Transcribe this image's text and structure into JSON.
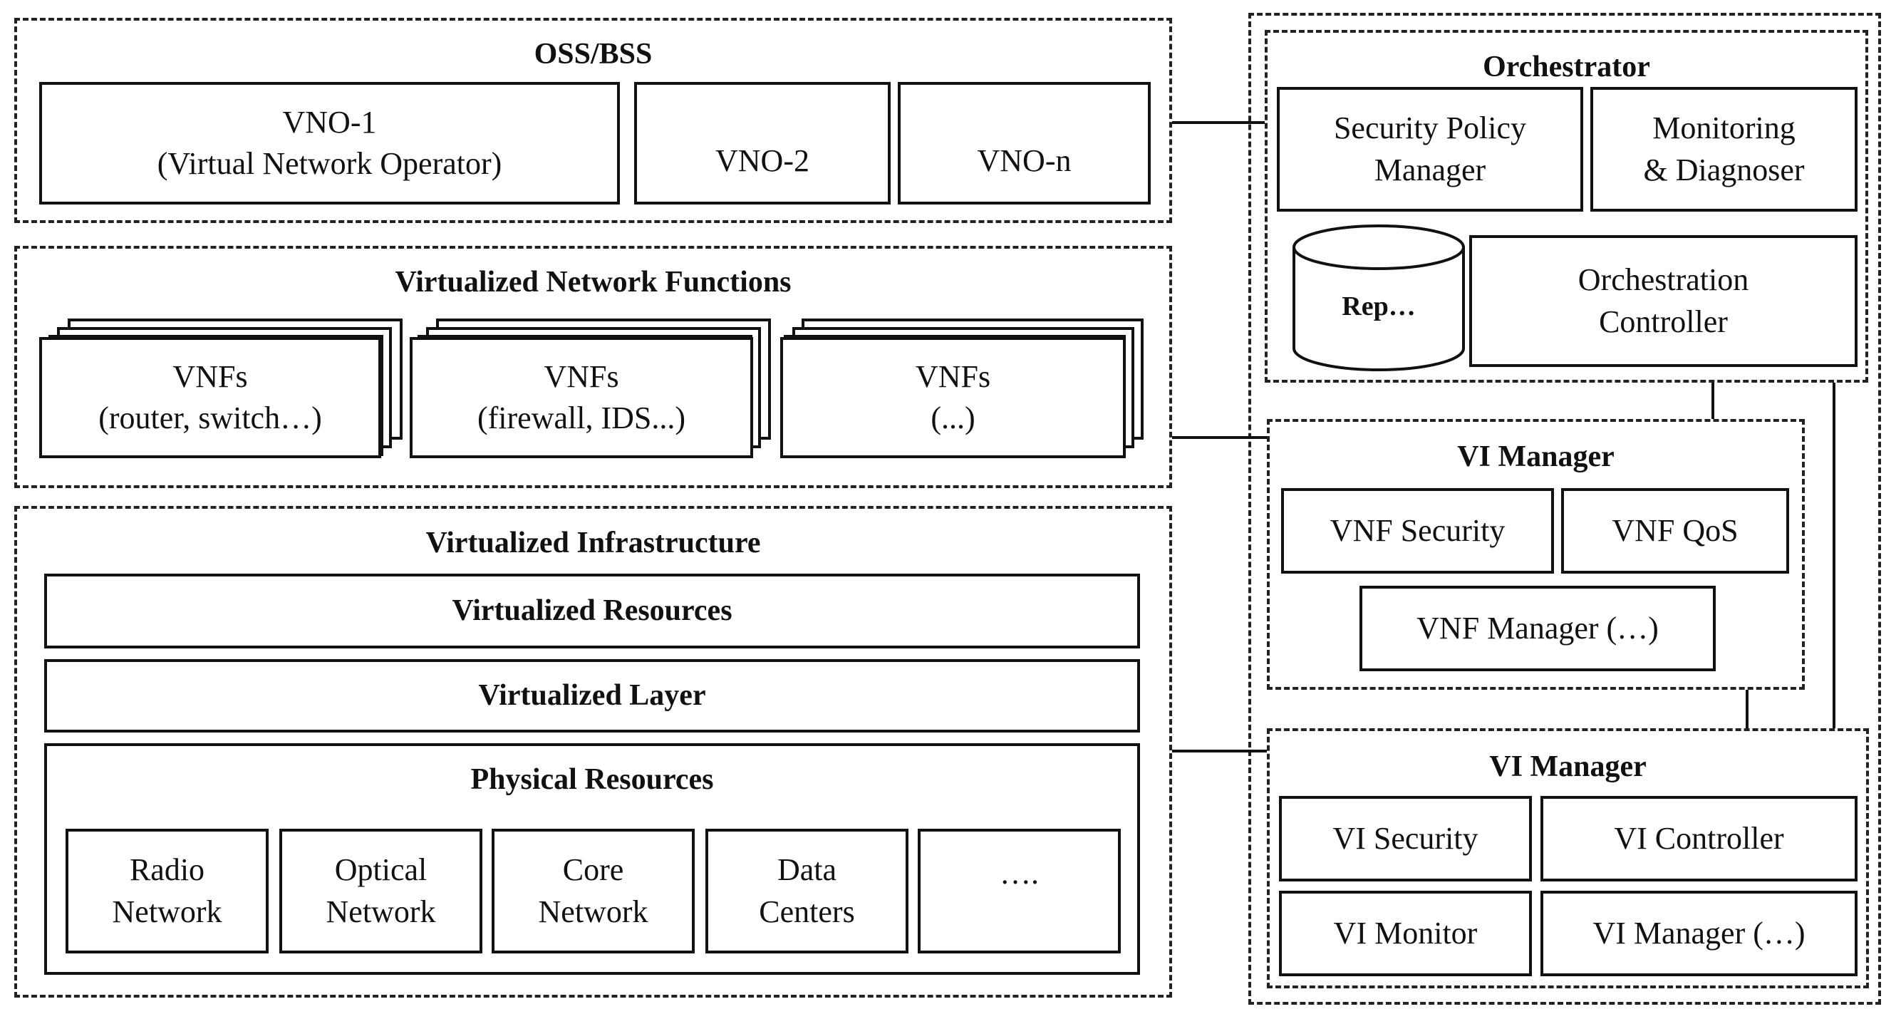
{
  "oss_bss": {
    "title": "OSS/BSS",
    "vno1_line1": "VNO-1",
    "vno1_line2": "(Virtual Network Operator)",
    "vno2": "VNO-2",
    "vnon": "VNO-n"
  },
  "vnf": {
    "title": "Virtualized Network Functions",
    "stacks": [
      {
        "line1": "VNFs",
        "line2": "(router, switch…)"
      },
      {
        "line1": "VNFs",
        "line2": "(firewall, IDS...)"
      },
      {
        "line1": "VNFs",
        "line2": "(...)"
      }
    ]
  },
  "vi": {
    "title": "Virtualized Infrastructure",
    "resources": "Virtualized Resources",
    "layer": "Virtualized Layer",
    "physical_title": "Physical Resources",
    "physical": [
      {
        "line1": "Radio",
        "line2": "Network"
      },
      {
        "line1": "Optical",
        "line2": "Network"
      },
      {
        "line1": "Core",
        "line2": "Network"
      },
      {
        "line1": "Data",
        "line2": "Centers"
      },
      {
        "line1": "….",
        "line2": ""
      }
    ]
  },
  "orchestrator": {
    "title": "Orchestrator",
    "policy_line1": "Security Policy",
    "policy_line2": "Manager",
    "monitor_line1": "Monitoring",
    "monitor_line2": "& Diagnoser",
    "repository": "Rep…",
    "controller_line1": "Orchestration",
    "controller_line2": "Controller"
  },
  "vi_manager_1": {
    "title": "VI Manager",
    "security": "VNF Security",
    "qos": "VNF QoS",
    "manager": "VNF Manager (…)"
  },
  "vi_manager_2": {
    "title": "VI Manager",
    "security": "VI Security",
    "controller": "VI Controller",
    "monitor": "VI Monitor",
    "manager": "VI Manager (…)"
  }
}
